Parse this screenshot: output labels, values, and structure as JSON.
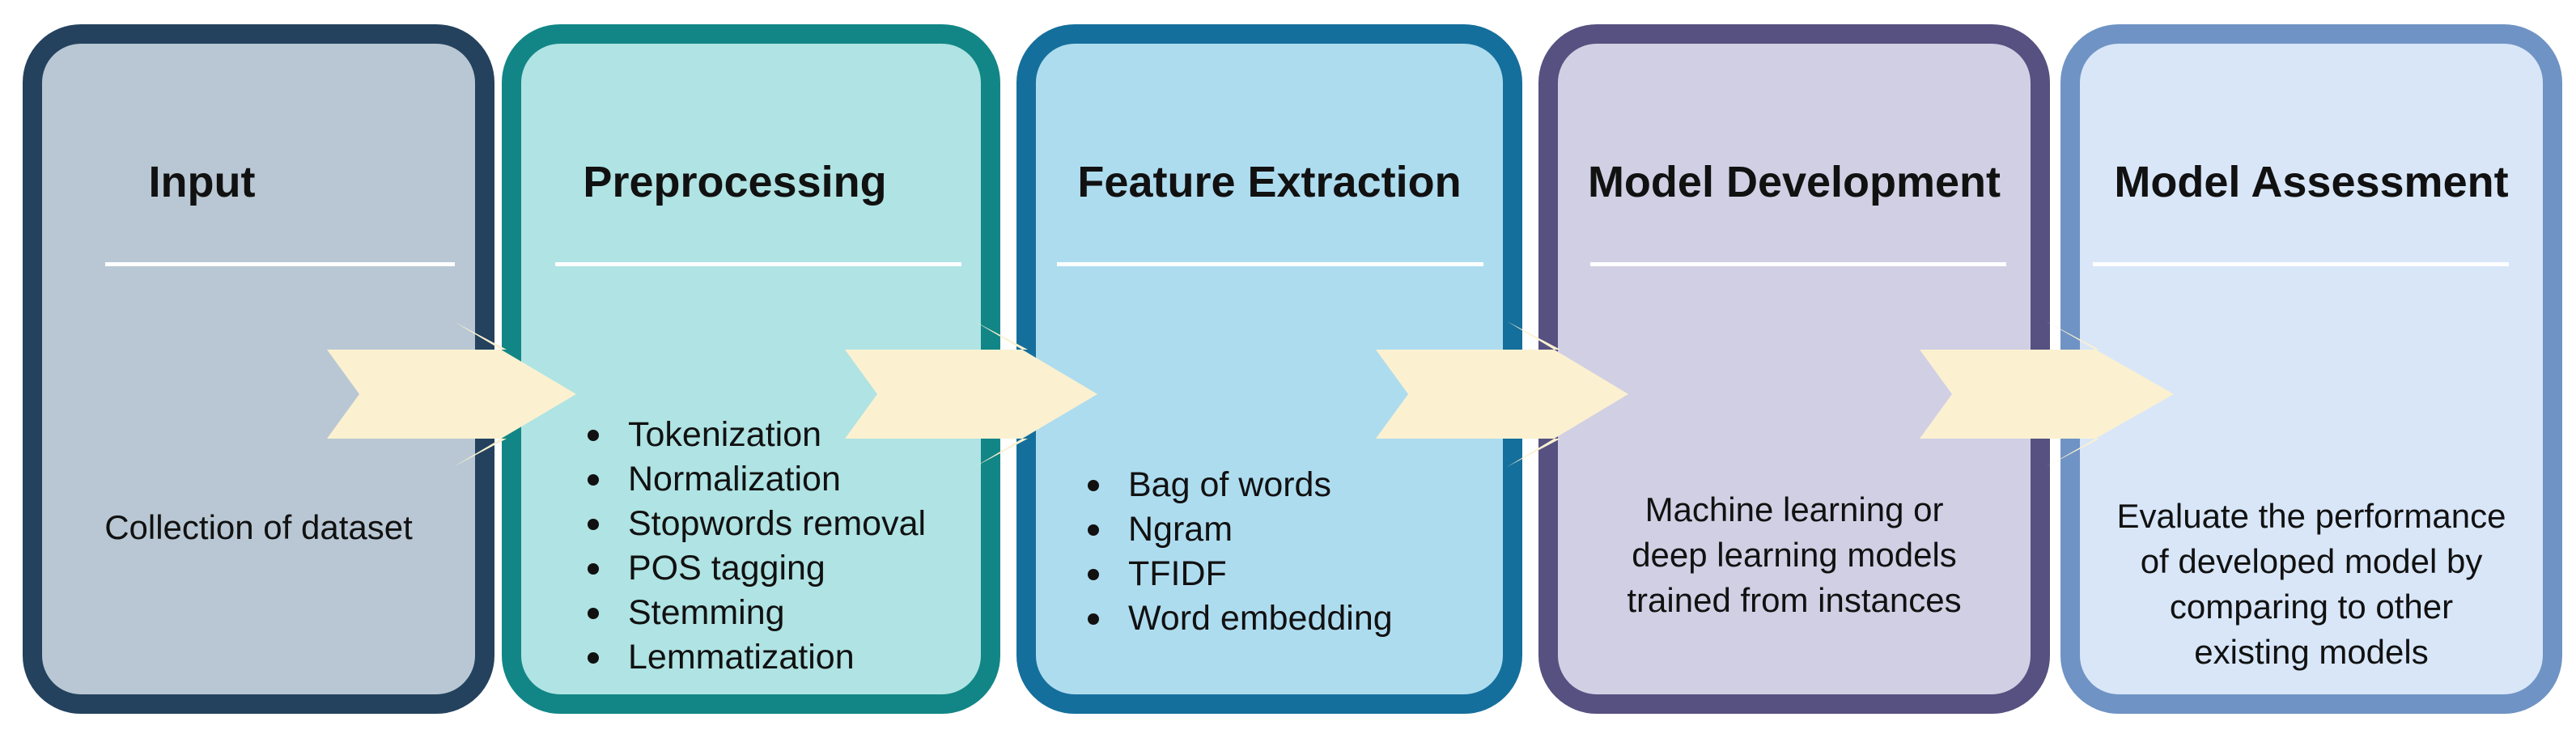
{
  "stages": [
    {
      "title": "Input",
      "description": [
        "Collection of dataset"
      ],
      "fill": "#b8c7d3",
      "border": "#24425e"
    },
    {
      "title": "Preprocessing",
      "items": [
        "Tokenization",
        "Normalization",
        "Stopwords removal",
        "POS tagging",
        "Stemming",
        "Lemmatization"
      ],
      "fill": "#b0e3e3",
      "border": "#128686"
    },
    {
      "title": "Feature Extraction",
      "items": [
        "Bag of words",
        "Ngram",
        "TFIDF",
        "Word embedding"
      ],
      "fill": "#aedcef",
      "border": "#156f9c"
    },
    {
      "title": "Model Development",
      "description": [
        "Machine learning or",
        "deep learning models",
        "trained from instances"
      ],
      "fill": "#d1cfe4",
      "border": "#565180"
    },
    {
      "title": "Model Assessment",
      "description": [
        "Evaluate the performance",
        "of developed model by",
        "comparing to other",
        "existing models"
      ],
      "fill": "#d8e6f8",
      "border": "#6f93c4"
    }
  ],
  "colors": {
    "arrow": "#fbf1d0",
    "rule": "#ffffff",
    "text": "#111111"
  },
  "icons": {
    "flow_arrow": "chevron-arrow-right"
  }
}
